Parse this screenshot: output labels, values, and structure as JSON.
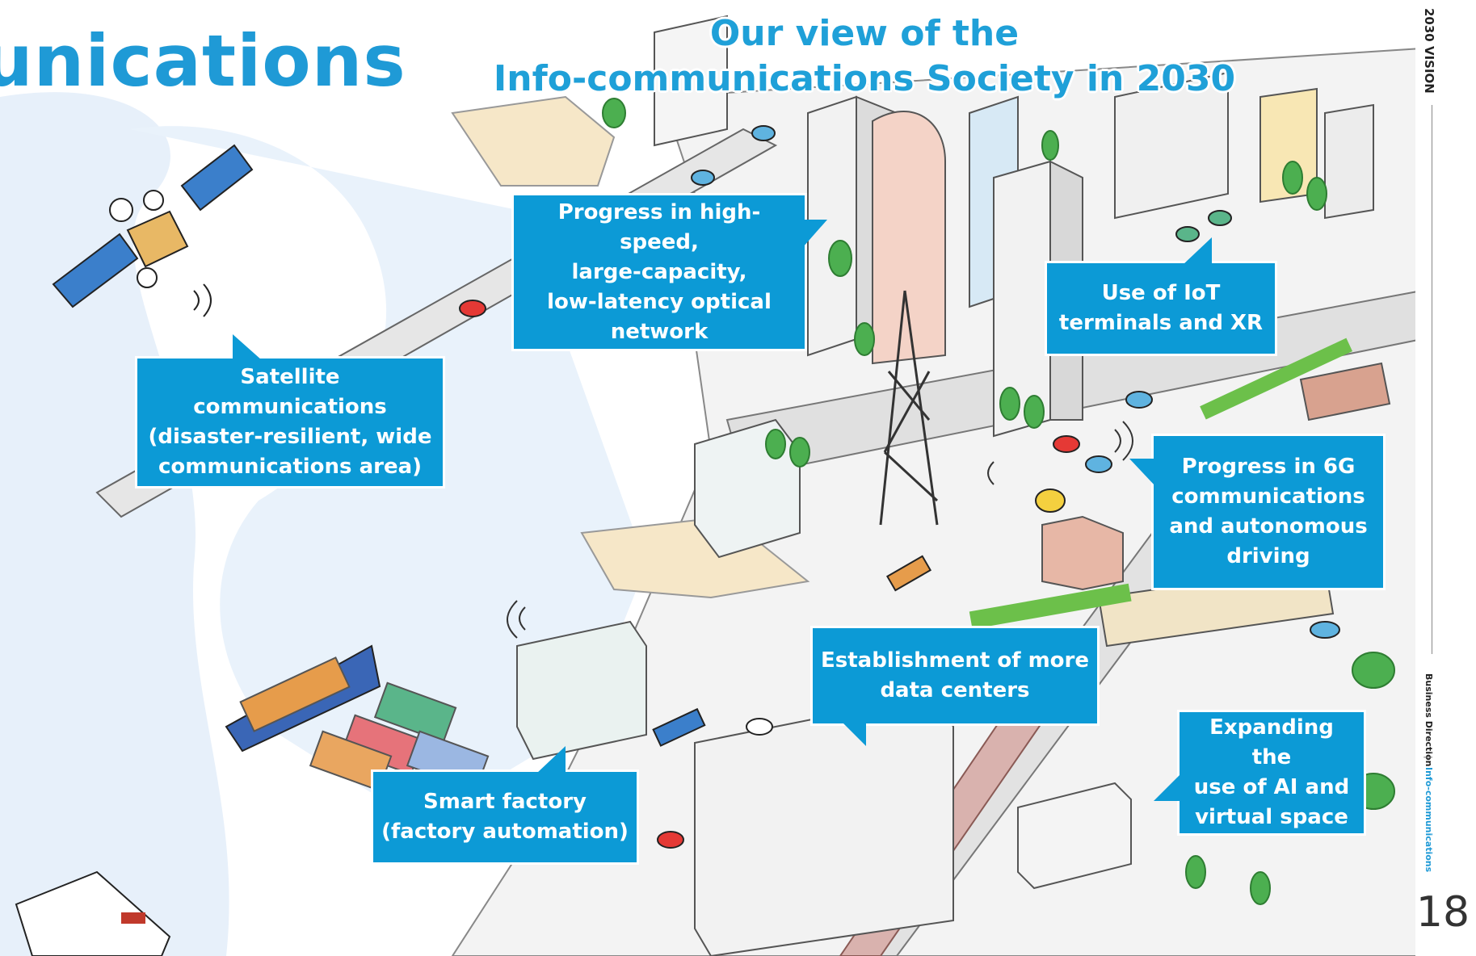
{
  "header": {
    "heading_fragment": "unications",
    "subtitle_line1": "Our view of the",
    "subtitle_line2": "Info-communications Society in 2030"
  },
  "callouts": [
    {
      "id": "satellite",
      "lines": [
        "Satellite communications",
        "(disaster-resilient, wide",
        "communications area)"
      ]
    },
    {
      "id": "optical",
      "lines": [
        "Progress in high-speed,",
        "large-capacity,",
        "low-latency optical",
        "network"
      ]
    },
    {
      "id": "iot",
      "lines": [
        "Use of IoT",
        "terminals and XR"
      ]
    },
    {
      "id": "sixg",
      "lines": [
        "Progress in 6G",
        "communications",
        "and autonomous",
        "driving"
      ]
    },
    {
      "id": "datacenter",
      "lines": [
        "Establishment of more",
        "data centers"
      ]
    },
    {
      "id": "ai",
      "lines": [
        "Expanding the",
        "use of AI and",
        "virtual space"
      ]
    },
    {
      "id": "factory",
      "lines": [
        "Smart factory",
        "(factory automation)"
      ]
    }
  ],
  "sidebar": {
    "vision_label": "2030 VISION",
    "direction_label": "Business Direction",
    "separator": "|",
    "section_label": "Info-communications",
    "page_number": "18"
  },
  "colors": {
    "callout_bg": "#0c9ad6",
    "heading": "#1f9ad6",
    "water": "#e6f0f9",
    "trees": "#4caf50"
  }
}
